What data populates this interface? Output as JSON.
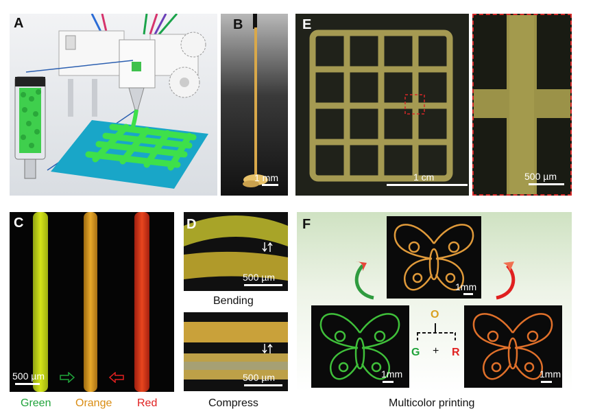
{
  "panels": {
    "a": {
      "letter": "A"
    },
    "b": {
      "letter": "B",
      "scale": "1 mm"
    },
    "e": {
      "letter": "E",
      "scale": "1 cm",
      "zoom_scale": "500 µm"
    },
    "c": {
      "letter": "C",
      "scale": "500 µm",
      "labels": [
        "Green",
        "Orange",
        "Red"
      ]
    },
    "d": {
      "letter": "D",
      "scale_top": "500 µm",
      "scale_bottom": "500 µm",
      "caption_top": "Bending",
      "caption_bottom": "Compress"
    },
    "f": {
      "letter": "F",
      "scale_top": "1mm",
      "scale_left": "1mm",
      "scale_right": "1mm",
      "caption": "Multicolor printing",
      "key": {
        "o": "O",
        "g": "G",
        "plus": "+",
        "r": "R"
      }
    }
  },
  "colors": {
    "green": "#1fa33a",
    "orange": "#d98c12",
    "red": "#e02020",
    "e_border": "#d62828"
  }
}
